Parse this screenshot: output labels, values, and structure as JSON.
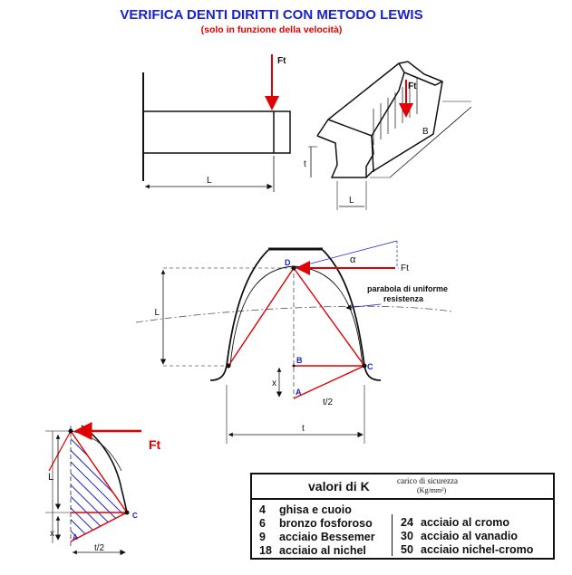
{
  "title": "VERIFICA DENTI DIRITTI  CON METODO  LEWIS",
  "subtitle": "(solo in funzione della velocità)",
  "diagram_labels": {
    "ft": "Ft",
    "ft_big": "Ft",
    "L": "L",
    "B": "B",
    "t": "t",
    "D": "D",
    "alpha": "α",
    "B_point": "B",
    "C": "C",
    "A": "A",
    "x": "x",
    "t_half": "t/2",
    "parabola_line1": "parabola di uniforme",
    "parabola_line2": "resistenza"
  },
  "k_table": {
    "header": "valori di K",
    "load_label": "carico di sicurezza",
    "unit": "(Kg/mm²)",
    "left": [
      {
        "k": "4",
        "material": "ghisa e cuoio"
      },
      {
        "k": "6",
        "material": "bronzo fosforoso"
      },
      {
        "k": "9",
        "material": "acciaio Bessemer"
      },
      {
        "k": "18",
        "material": "acciaio al nichel"
      }
    ],
    "right": [
      {
        "k": "24",
        "material": "acciaio al cromo"
      },
      {
        "k": "30",
        "material": "acciaio al vanadio"
      },
      {
        "k": "50",
        "material": "acciaio nichel-cromo"
      }
    ]
  },
  "colors": {
    "title": "#1a22cc",
    "subtitle": "#e00000",
    "force": "#e00000",
    "hatch": "#1a22cc",
    "line": "#111111"
  }
}
